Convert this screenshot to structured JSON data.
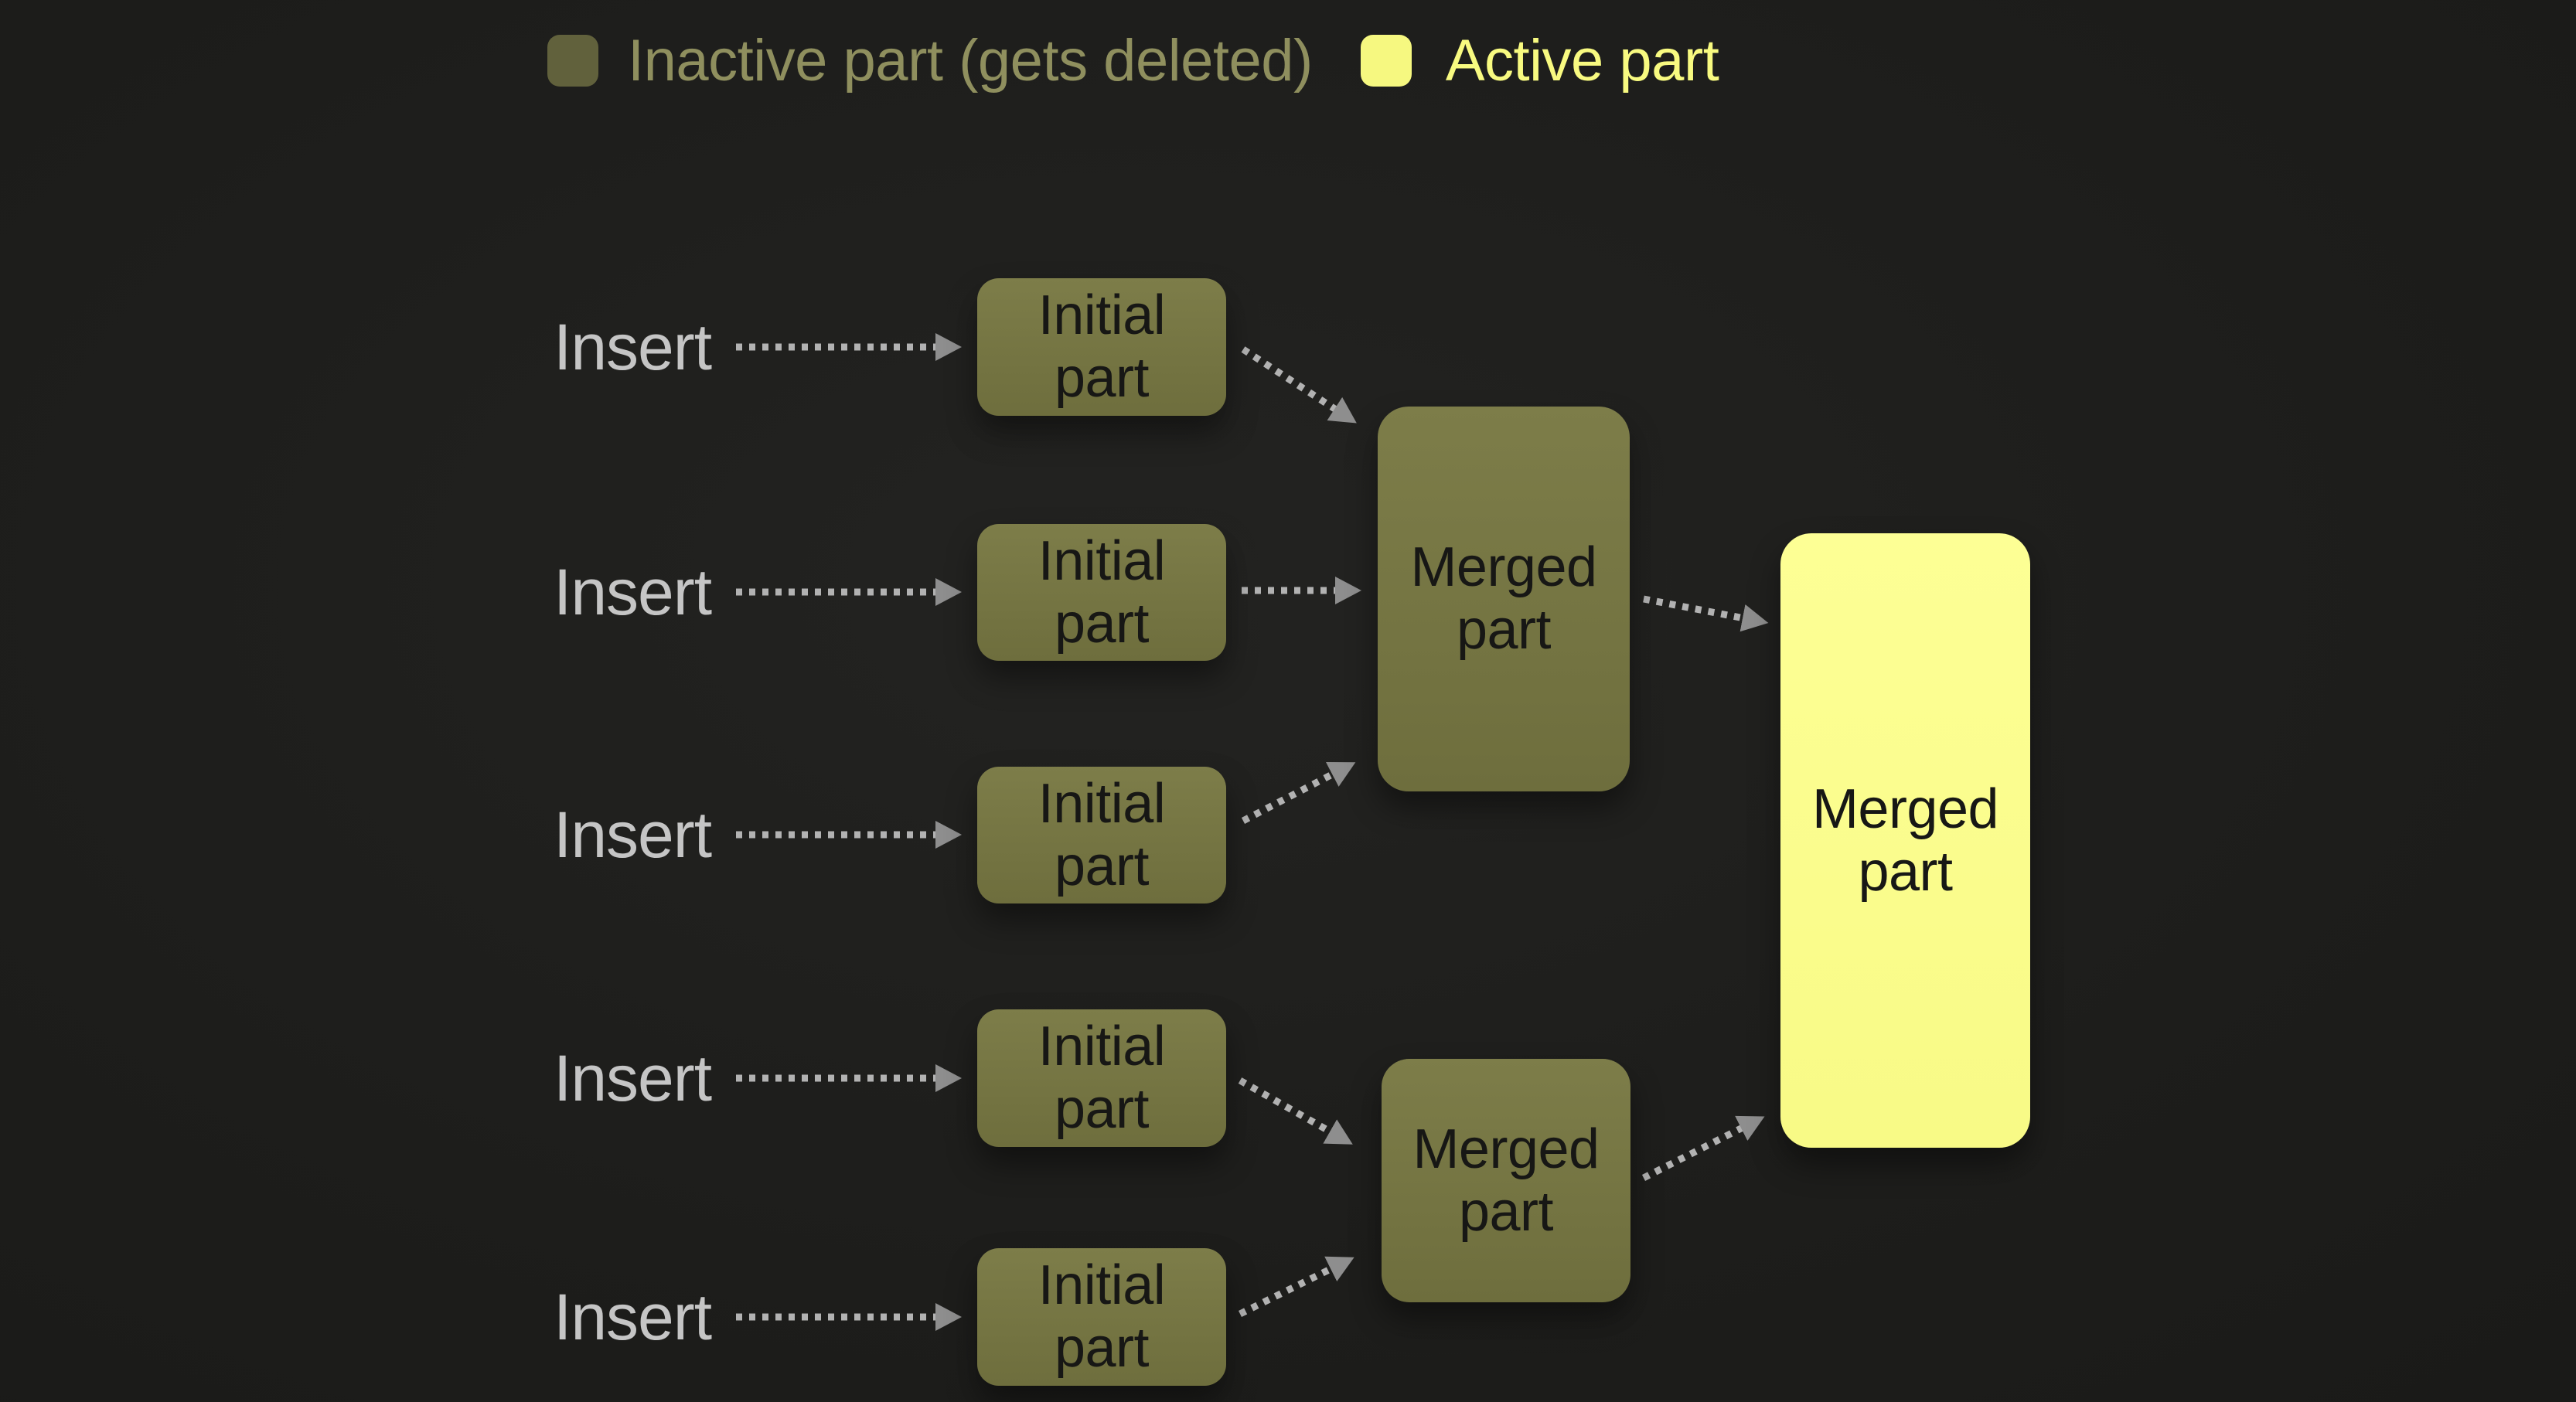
{
  "legend": {
    "inactive": {
      "label": "Inactive part (gets deleted)"
    },
    "active": {
      "label": "Active part"
    }
  },
  "colors": {
    "background": "#1d1d1b",
    "inactive_box_top": "#7d7d49",
    "inactive_box_bottom": "#6e6e3d",
    "active_box_top": "#fdff95",
    "active_box_bottom": "#f8fa86",
    "box_text": "#171715",
    "insert_text": "#c5c5c5",
    "arrow_dash": "#b2b2b2",
    "arrow_head": "#8e8e8e",
    "legend_inactive_swatch": "#61613c",
    "legend_inactive_text": "#8f8f5e",
    "legend_active_swatch": "#f6f880",
    "legend_active_text": "#f8fa80"
  },
  "rows": [
    {
      "insert_label": "Insert",
      "box_label": "Initial part"
    },
    {
      "insert_label": "Insert",
      "box_label": "Initial part"
    },
    {
      "insert_label": "Insert",
      "box_label": "Initial part"
    },
    {
      "insert_label": "Insert",
      "box_label": "Initial part"
    },
    {
      "insert_label": "Insert",
      "box_label": "Initial part"
    }
  ],
  "merged_boxes": {
    "group1": {
      "label": "Merged part"
    },
    "group2": {
      "label": "Merged part"
    },
    "final": {
      "label": "Merged part"
    }
  }
}
